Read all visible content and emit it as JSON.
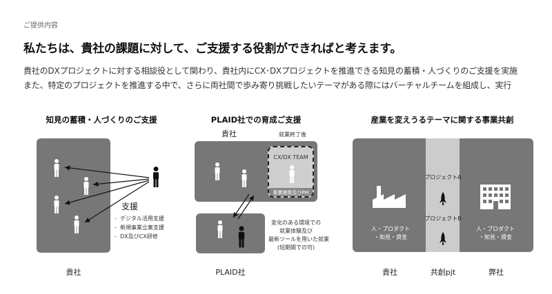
{
  "section_label": "ご提供内容",
  "headline": "私たちは、貴社の課題に対して、ご支援する役割ができればと考えます。",
  "body_lines": [
    "貴社のDXプロジェクトに対する相談役として関わり、貴社内にCX･DXプロジェクトを推進できる知見の蓄積・人づくりのご支援を実施",
    "また、特定のプロジェクトを推進する中で、さらに両社間で歩み寄り挑戦したいテーマがある際にはバーチャルチームを組成し、実行"
  ],
  "col1": {
    "title": "知見の蓄積・人づくりのご支援",
    "support_label": "支援",
    "support_items": [
      "デジタル活用支援",
      "新規事業立案支援",
      "DX及びCX研修"
    ],
    "caption": "貴社"
  },
  "col2": {
    "title": "PLAID社での育成ご支援",
    "client_label": "貴社",
    "after_label": "就業終了後",
    "team_label": "CX/DX TEAM",
    "pm_label": "事業開発及びPM",
    "note_lines": [
      "変化のある環境での",
      "就業体験及び",
      "最新ツールを用いた就業",
      "(短期間での可)"
    ],
    "caption": "PLAID社"
  },
  "col3": {
    "title": "産業を変えうるテーマに関する事業共創",
    "left_text": [
      "人・プロダクト",
      "・知見・資金"
    ],
    "right_text": [
      "人・プロダクト",
      "・知見・資金"
    ],
    "project_a": "プロジェクトA",
    "project_b": "プロジェクトB",
    "captions": [
      "貴社",
      "共創pjt",
      "弊社"
    ]
  },
  "colors": {
    "box": "#777777",
    "center_column": "#cccccc",
    "person_white": "#ffffff",
    "person_black": "#111111"
  }
}
